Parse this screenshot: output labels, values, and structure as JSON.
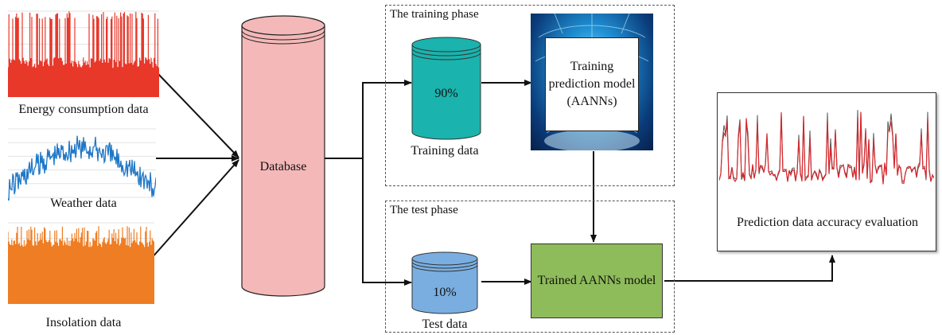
{
  "inputs": [
    {
      "label": "Energy consumption data",
      "color": "#e8382a"
    },
    {
      "label": "Weather data",
      "color": "#1f78c8"
    },
    {
      "label": "Insolation data",
      "color": "#ef7d23"
    }
  ],
  "database": {
    "label": "Database",
    "color": "#f4b8b8"
  },
  "training_phase": {
    "title": "The training phase",
    "cylinder_value": "90%",
    "cylinder_caption": "Training data",
    "cylinder_color": "#1ab3ad",
    "model_text": "Training prediction model (AANNs)"
  },
  "test_phase": {
    "title": "The test phase",
    "cylinder_value": "10%",
    "cylinder_caption": "Test data",
    "cylinder_color": "#7aaee0",
    "model_text": "Trained AANNs model",
    "model_color": "#8fbc5a"
  },
  "result": {
    "label": "Prediction data accuracy evaluation",
    "series_colors": [
      "#555555",
      "#d7262b"
    ]
  }
}
